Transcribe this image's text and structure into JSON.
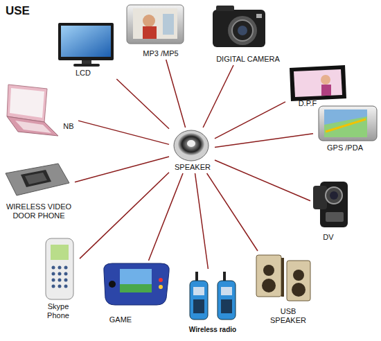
{
  "diagram": {
    "title": "USE",
    "nodes": [
      {
        "text": [
          "LCD"
        ]
      },
      {
        "text": [
          "MP3 /MP5"
        ]
      },
      {
        "text": [
          "DIGITAL CAMERA"
        ]
      },
      {
        "text": [
          "D.P.F"
        ]
      },
      {
        "text": [
          "NB"
        ]
      },
      {
        "text": [
          "GPS /PDA"
        ]
      },
      {
        "text": [
          "SPEAKER"
        ]
      },
      {
        "text": [
          "WIRELESS VIDEO DOOR PHONE"
        ]
      },
      {
        "text": [
          "DV"
        ]
      },
      {
        "text": [
          "Skype Phone"
        ]
      },
      {
        "text": [
          "USB SPEAKER"
        ]
      },
      {
        "text": [
          "GAME"
        ]
      },
      {
        "text": [
          "Wireless radio"
        ]
      }
    ],
    "edges": [
      {
        "from": 6,
        "to": 0,
        "arrow": "none"
      },
      {
        "from": 6,
        "to": 1,
        "arrow": "none"
      },
      {
        "from": 6,
        "to": 2,
        "arrow": "none"
      },
      {
        "from": 6,
        "to": 3,
        "arrow": "none"
      },
      {
        "from": 6,
        "to": 4,
        "arrow": "none"
      },
      {
        "from": 6,
        "to": 5,
        "arrow": "none"
      },
      {
        "from": 6,
        "to": 7,
        "arrow": "none"
      },
      {
        "from": 6,
        "to": 8,
        "arrow": "none"
      },
      {
        "from": 6,
        "to": 9,
        "arrow": "none"
      },
      {
        "from": 6,
        "to": 10,
        "arrow": "none"
      },
      {
        "from": 6,
        "to": 11,
        "arrow": "none"
      },
      {
        "from": 6,
        "to": 12,
        "arrow": "none"
      }
    ]
  }
}
